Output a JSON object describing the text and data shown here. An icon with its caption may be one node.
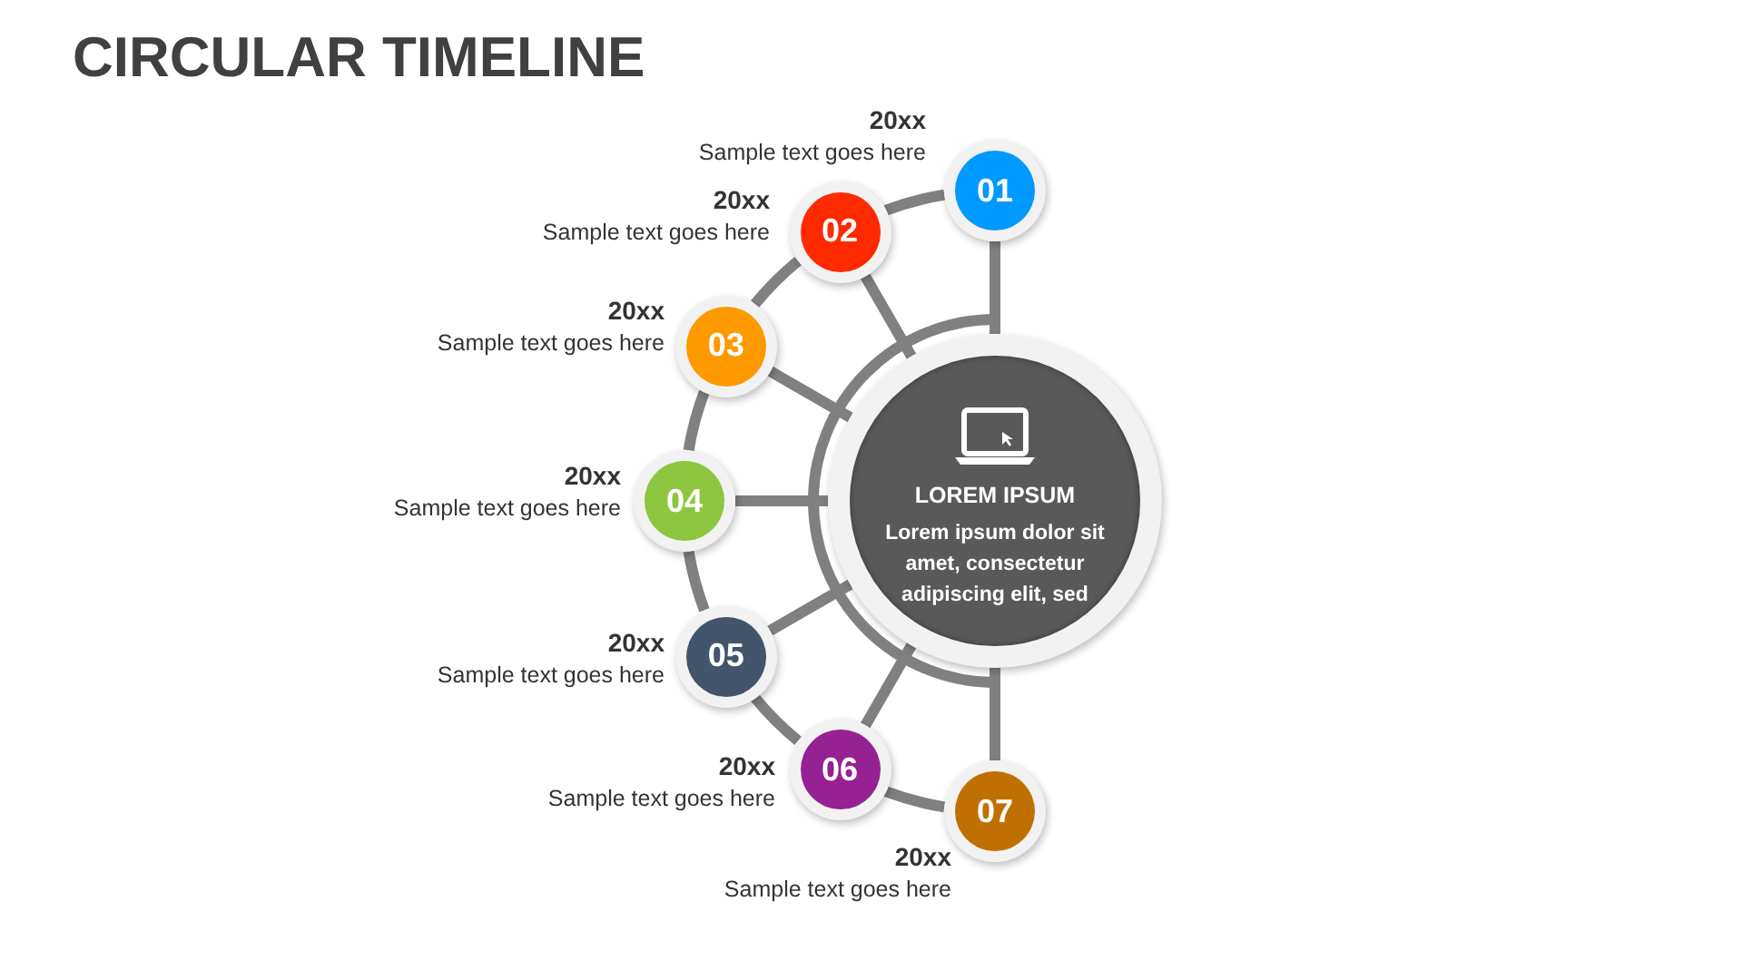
{
  "diagram": {
    "title": "CIRCULAR TIMELINE",
    "nodes": [
      {
        "text": [
          "LOREM IPSUM",
          "Lorem ipsum dolor sit amet, consectetur adipiscing elit, sed"
        ]
      },
      {
        "text": [
          "01"
        ],
        "beside": [
          "20xx",
          "Sample text goes here"
        ]
      },
      {
        "text": [
          "02"
        ],
        "beside": [
          "20xx",
          "Sample text goes here"
        ]
      },
      {
        "text": [
          "03"
        ],
        "beside": [
          "20xx",
          "Sample text goes here"
        ]
      },
      {
        "text": [
          "04"
        ],
        "beside": [
          "20xx",
          "Sample text goes here"
        ]
      },
      {
        "text": [
          "05"
        ],
        "beside": [
          "20xx",
          "Sample text goes here"
        ]
      },
      {
        "text": [
          "06"
        ],
        "beside": [
          "20xx",
          "Sample text goes here"
        ]
      },
      {
        "text": [
          "07"
        ],
        "beside": [
          "20xx",
          "Sample text goes here"
        ]
      }
    ],
    "edges": [
      {
        "from": 0,
        "to": 1,
        "arrow": "none"
      },
      {
        "from": 0,
        "to": 2,
        "arrow": "none"
      },
      {
        "from": 0,
        "to": 3,
        "arrow": "none"
      },
      {
        "from": 0,
        "to": 4,
        "arrow": "none"
      },
      {
        "from": 0,
        "to": 5,
        "arrow": "none"
      },
      {
        "from": 0,
        "to": 6,
        "arrow": "none"
      },
      {
        "from": 0,
        "to": 7,
        "arrow": "none"
      },
      {
        "from": 1,
        "to": 2,
        "arrow": "none"
      },
      {
        "from": 2,
        "to": 3,
        "arrow": "none"
      },
      {
        "from": 3,
        "to": 4,
        "arrow": "none"
      },
      {
        "from": 4,
        "to": 5,
        "arrow": "none"
      },
      {
        "from": 5,
        "to": 6,
        "arrow": "none"
      },
      {
        "from": 6,
        "to": 7,
        "arrow": "none"
      }
    ]
  }
}
